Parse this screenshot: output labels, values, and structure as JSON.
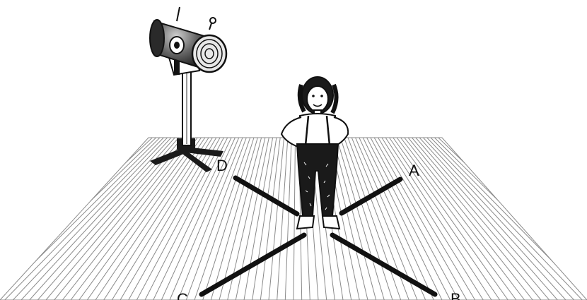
{
  "labels": {
    "a": "A",
    "b": "B",
    "c": "C",
    "d": "D"
  },
  "colors": {
    "ink": "#111111",
    "paper": "#ffffff",
    "floor_stripe": "#8a8a8a"
  },
  "icons": {
    "lamp": "spotlight-icon",
    "person": "girl-figure"
  }
}
